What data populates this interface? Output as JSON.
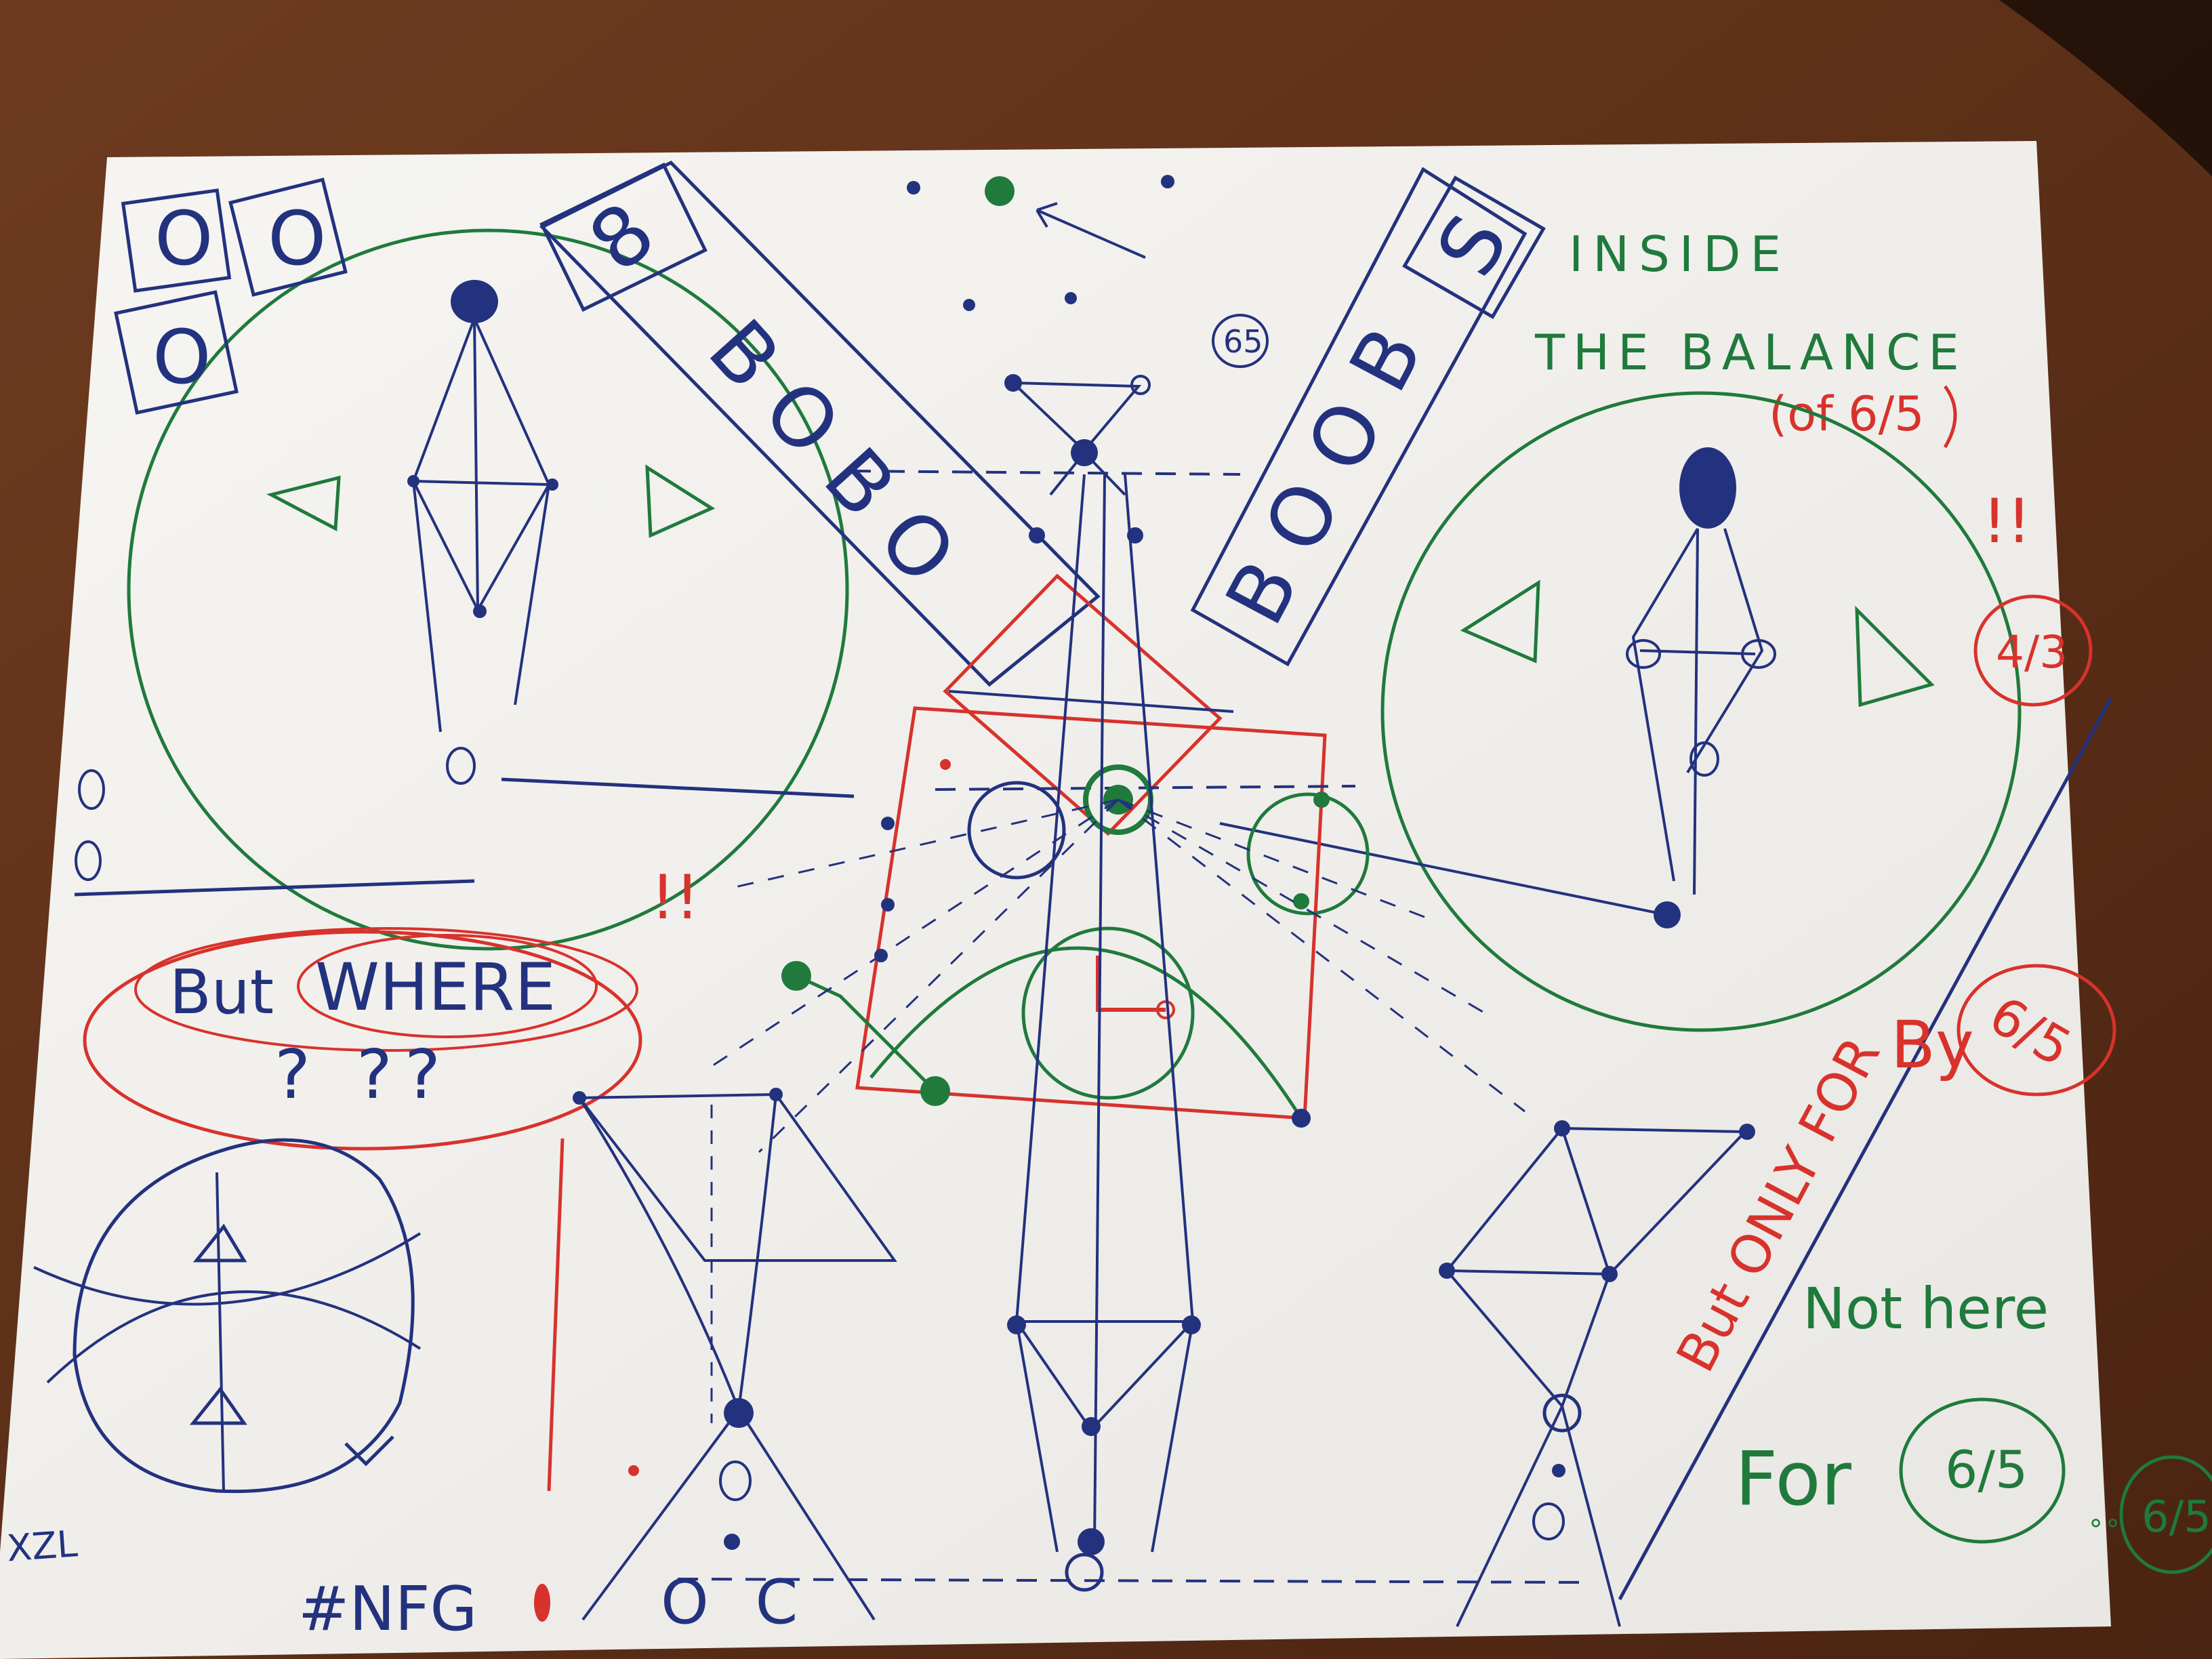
{
  "colors": {
    "desk": "#6b3a20",
    "paper": "#f3f1ee",
    "blue": "#23327e",
    "green": "#1f7a3c",
    "red": "#d8322c"
  },
  "text": {
    "banner_left": "BOBO",
    "banner_left_top": "8",
    "banner_right": "BOOB",
    "banner_right_top": "S",
    "box_tl": "O",
    "box_tr": "O",
    "box_bl": "O",
    "inside": "INSIDE",
    "the_balance": "THE  BALANCE",
    "of_ratio": "(of 6/5",
    "excl_right": "!!",
    "circle_ratio_a": "4/3",
    "top_ratio": "65",
    "excl_left": "!!",
    "but_where_but": "But",
    "but_where_where": "WHERE",
    "question_marks": "? ??",
    "but_only_for": "But ONLY FOR",
    "by": "By",
    "ratio_by": "6/5",
    "not_here": "Not here",
    "for": "For",
    "ratio_for": "6/5",
    "ratio_corner": "6/5",
    "nfg": "#NFG",
    "signature": "XZL",
    "bottom_marks": "O C"
  }
}
